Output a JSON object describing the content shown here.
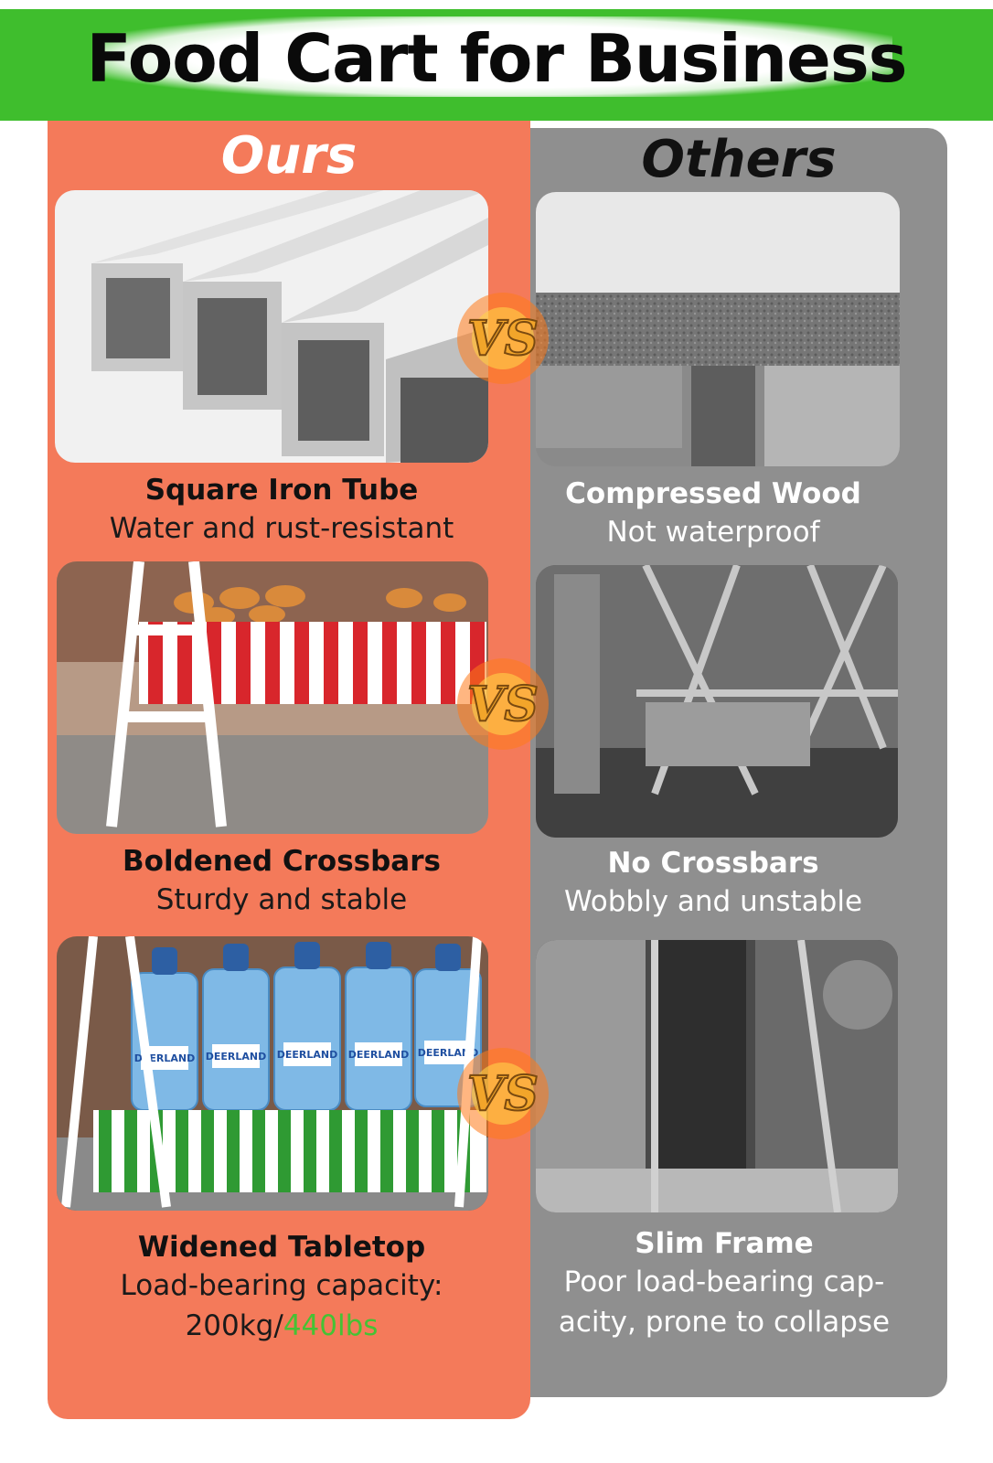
{
  "header": {
    "title": "Food Cart for Business"
  },
  "columns": {
    "ours": "Ours",
    "others": "Others"
  },
  "vs_badge": "VS",
  "rows": [
    {
      "ours": {
        "title": "Square Iron Tube",
        "subtitle": "Water and rust-resistant"
      },
      "others": {
        "title": "Compressed Wood",
        "subtitle": "Not waterproof"
      }
    },
    {
      "ours": {
        "title": "Boldened Crossbars",
        "subtitle": "Sturdy and stable"
      },
      "others": {
        "title": "No Crossbars",
        "subtitle": "Wobbly and unstable"
      }
    },
    {
      "ours": {
        "title": "Widened Tabletop",
        "subtitle_line1": "Load-bearing capacity:",
        "subtitle_line2_kg": "200kg/",
        "subtitle_line2_lbs": "440lbs"
      },
      "others": {
        "title": "Slim Frame",
        "subtitle_line1": "Poor load-bearing cap-",
        "subtitle_line2": "acity, prone to collapse"
      }
    }
  ],
  "photo_labels": {
    "bottle_brand": "DEERLAND"
  },
  "colors": {
    "banner_green": "#3fbe2d",
    "ours_panel": "#f47a5a",
    "others_panel": "#8f8f8f",
    "lbs_highlight": "#45c234",
    "vs_gold": "#f2a52a"
  }
}
